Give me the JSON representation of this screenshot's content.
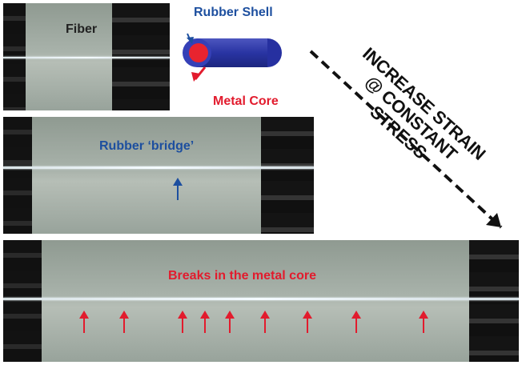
{
  "labels": {
    "fiber": "Fiber",
    "rubber_shell": "Rubber Shell",
    "metal_core": "Metal Core",
    "rubber_bridge": "Rubber ‘bridge’",
    "increase_strain": "INCREASE STRAIN",
    "constant_stress": "@ CONSTANT STRESS",
    "breaks": "Breaks in the metal core"
  },
  "colors": {
    "blue": "#1d4f9f",
    "red": "#e21b2d",
    "dark": "#111111"
  },
  "icons": {
    "cylinder": "fiber-cross-section-icon",
    "arrow": "arrow-up-icon"
  }
}
